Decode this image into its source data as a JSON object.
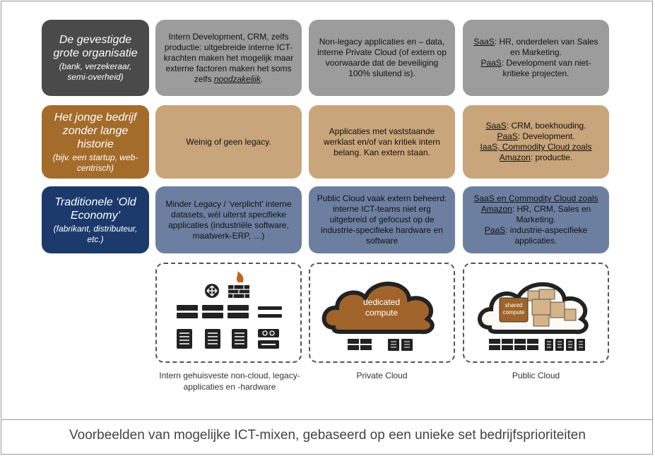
{
  "rows": [
    {
      "label_title": "De gevestigde grote organisatie",
      "label_sub": "(bank, verzekeraar, semi-overheid)",
      "cells": [
        {
          "pre": "Intern Development, CRM, zelfs productie: uitgebreide interne ICT-krachten maken het mogelijk maar externe factoren maken het soms zelfs ",
          "em": "noodzakelijk",
          "post": "."
        },
        {
          "text": "Non-legacy applicaties en – data, interne Private Cloud (of extern op voorwaarde dat de beveiliging 100% sluitend is)."
        },
        {
          "lines": [
            {
              "u": "SaaS",
              "rest": ": HR, onderdelen van Sales en Marketing."
            },
            {
              "u": "PaaS",
              "rest": ": Development van niet-kritieke projecten."
            }
          ]
        }
      ]
    },
    {
      "label_title": "Het jonge bedrijf zonder lange historie",
      "label_sub": "(bijv. een startup, web-centrisch)",
      "cells": [
        {
          "text": "Weinig of geen legacy."
        },
        {
          "text": "Applicaties met vaststaande werklast en/of van kritiek intern belang. Kan extern staan."
        },
        {
          "lines": [
            {
              "u": "SaaS",
              "rest": ": CRM, boekhouding."
            },
            {
              "u": "PaaS",
              "rest": ": Development."
            },
            {
              "u": "IaaS, Commodity Cloud zoals Amazon",
              "rest": ": productie."
            }
          ]
        }
      ]
    },
    {
      "label_title": "Traditionele ‘Old Economy’",
      "label_sub": "(fabrikant, distributeur, etc.)",
      "cells": [
        {
          "text": "Minder Legacy / ‘verplicht’ interne datasets, wél uiterst specifieke applicaties (industriële software, maatwerk-ERP, …)"
        },
        {
          "text": "Public Cloud vaak extern beheerd: interne ICT-teams niet erg uitgebreid  of gefocust op de industrie-specifieke hardware en software"
        },
        {
          "lines": [
            {
              "u": "SaaS en Commodity Cloud zoals Amazon",
              "rest": ": HR, CRM, Sales en Marketing."
            },
            {
              "u": "PaaS",
              "rest": ": industrie-aspecifieke applicaties."
            }
          ]
        }
      ]
    }
  ],
  "infra": {
    "onprem_label": "Intern gehuisveste non-cloud, legacy-applicaties en -hardware",
    "private_label": "Private Cloud",
    "private_cloud_text": "dedicated compute",
    "public_label": "Public Cloud",
    "public_cloud_text": "shared compute"
  },
  "caption": "Voorbeelden van mogelijke ICT-mixen, gebaseerd op een unieke set bedrijfsprioriteiten",
  "colors": {
    "row1": "#9c9c9c",
    "row1_label": "#4a4a4a",
    "row2": "#c8a57a",
    "row2_label": "#a46c2b",
    "row3": "#6d7fa0",
    "row3_label": "#1b3a6b",
    "cloud_brown": "#a0642a",
    "firewall": "#c0651d"
  }
}
